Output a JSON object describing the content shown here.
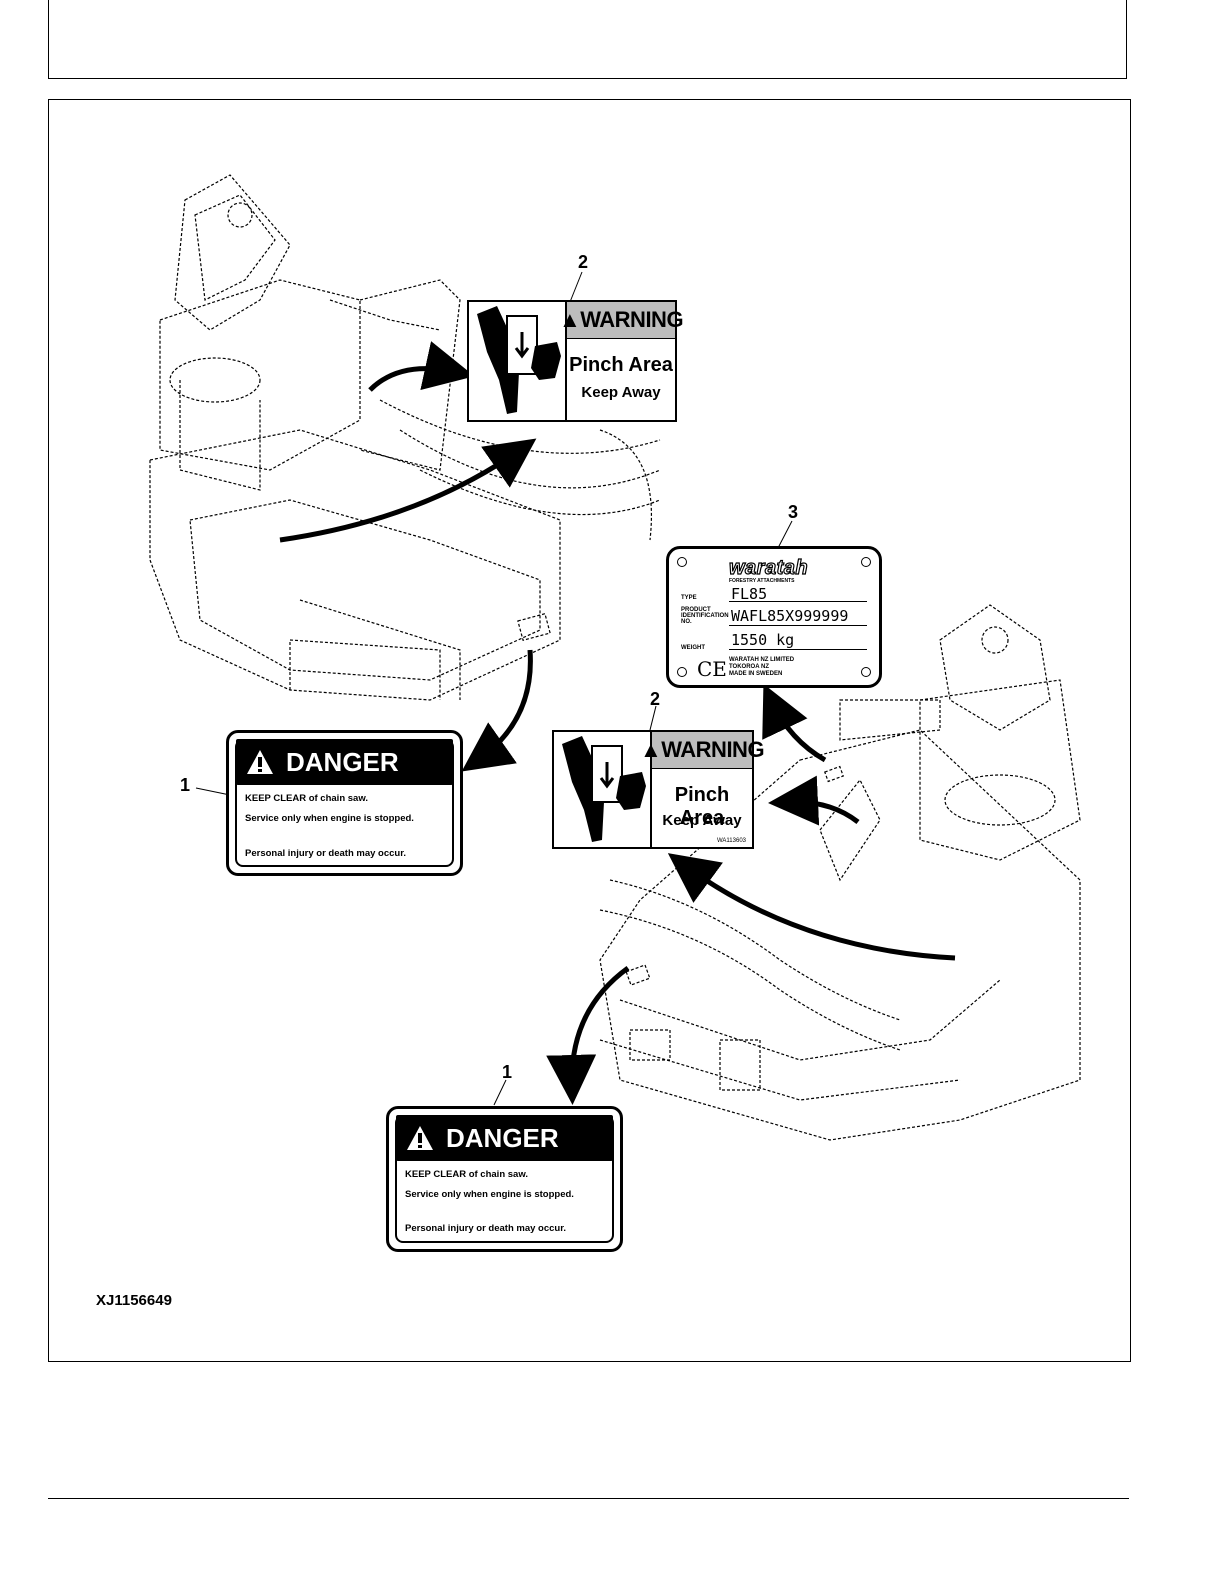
{
  "figure_id": "XJ1156649",
  "callouts": {
    "c1a": "1",
    "c1b": "1",
    "c2a": "2",
    "c2b": "2",
    "c3": "3"
  },
  "danger_decal": {
    "title": "DANGER",
    "line1": "KEEP CLEAR of chain saw.",
    "line2": "Service only when engine is stopped.",
    "line3": "Personal injury or death may occur."
  },
  "warning_decal": {
    "title": "WARNING",
    "line1": "Pinch Area",
    "line2": "Keep Away",
    "code": "WA113603"
  },
  "id_plate": {
    "brand": "waratah",
    "brand_sub": "FORESTRY ATTACHMENTS",
    "type_label": "TYPE",
    "type_value": "FL85",
    "pin_label_1": "PRODUCT",
    "pin_label_2": "IDENTIFICATION",
    "pin_label_3": "NO.",
    "pin_value": "WAFL85X999999",
    "weight_label": "WEIGHT",
    "weight_value": "1550 kg",
    "ce_mark": "CE",
    "maker_1": "WARATAH NZ LIMITED",
    "maker_2": "TOKOROA NZ",
    "maker_3": "MADE IN SWEDEN"
  },
  "colors": {
    "ink": "#000000",
    "warning_header": "#bdbdbd",
    "paper": "#ffffff"
  }
}
